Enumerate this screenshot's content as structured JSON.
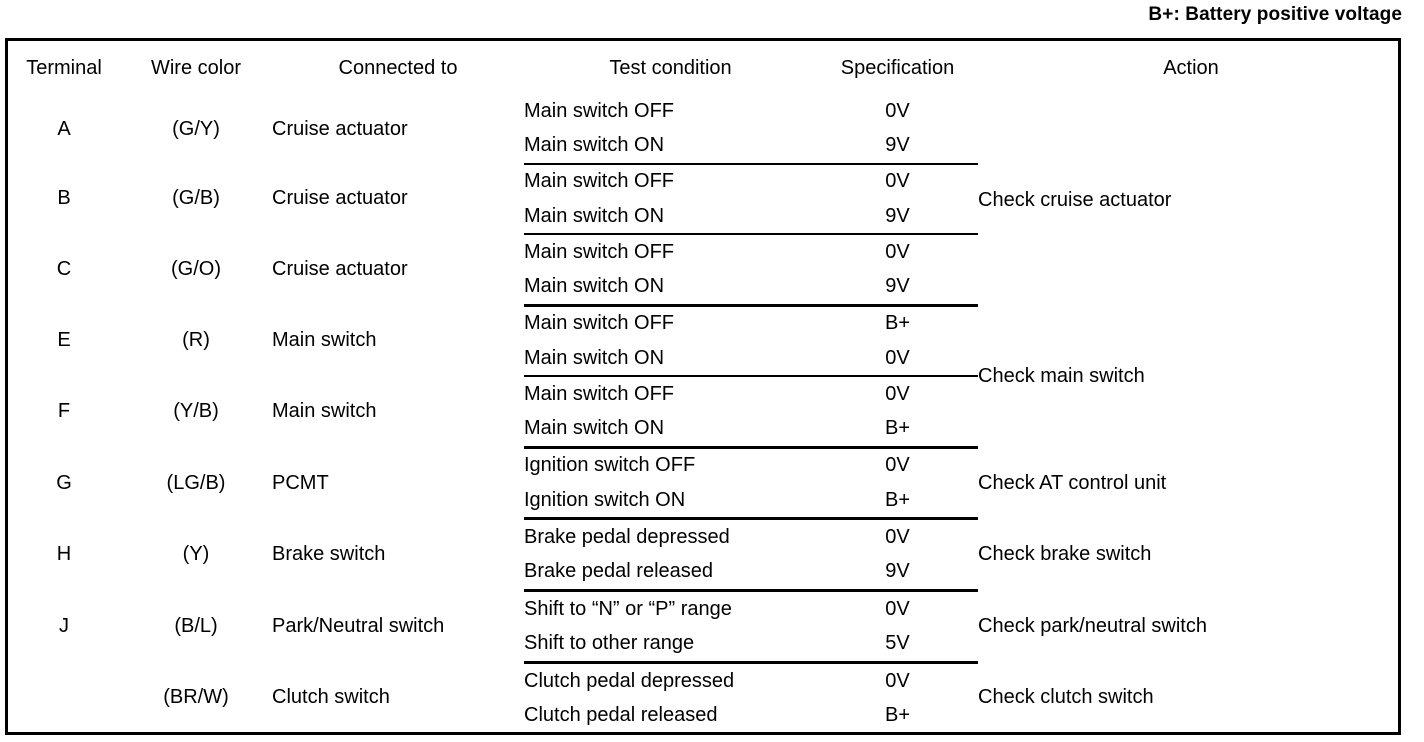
{
  "legend": {
    "note": "B+: Battery positive voltage"
  },
  "table": {
    "headers": [
      "Terminal",
      "Wire color",
      "Connected to",
      "Test condition",
      "Specification",
      "Action"
    ],
    "groups": [
      {
        "action": "Check cruise actuator",
        "terminals": [
          {
            "terminal": "A",
            "wire_color": "(G/Y)",
            "connected_to": "Cruise actuator",
            "tests": [
              {
                "condition": "Main switch OFF",
                "spec": "0V"
              },
              {
                "condition": "Main switch ON",
                "spec": "9V"
              }
            ]
          },
          {
            "terminal": "B",
            "wire_color": "(G/B)",
            "connected_to": "Cruise actuator",
            "tests": [
              {
                "condition": "Main switch OFF",
                "spec": "0V"
              },
              {
                "condition": "Main switch ON",
                "spec": "9V"
              }
            ]
          },
          {
            "terminal": "C",
            "wire_color": "(G/O)",
            "connected_to": "Cruise actuator",
            "tests": [
              {
                "condition": "Main switch OFF",
                "spec": "0V"
              },
              {
                "condition": "Main switch ON",
                "spec": "9V"
              }
            ]
          }
        ]
      },
      {
        "action": "Check main switch",
        "terminals": [
          {
            "terminal": "E",
            "wire_color": "(R)",
            "connected_to": "Main switch",
            "tests": [
              {
                "condition": "Main switch OFF",
                "spec": "B+"
              },
              {
                "condition": "Main switch ON",
                "spec": "0V"
              }
            ]
          },
          {
            "terminal": "F",
            "wire_color": "(Y/B)",
            "connected_to": "Main switch",
            "tests": [
              {
                "condition": "Main switch OFF",
                "spec": "0V"
              },
              {
                "condition": "Main switch ON",
                "spec": "B+"
              }
            ]
          }
        ]
      },
      {
        "action": "Check AT control unit",
        "terminals": [
          {
            "terminal": "G",
            "wire_color": "(LG/B)",
            "connected_to": "PCMT",
            "tests": [
              {
                "condition": "Ignition switch OFF",
                "spec": "0V"
              },
              {
                "condition": "Ignition switch ON",
                "spec": "B+"
              }
            ]
          }
        ]
      },
      {
        "action": "Check brake switch",
        "terminals": [
          {
            "terminal": "H",
            "wire_color": "(Y)",
            "connected_to": "Brake switch",
            "tests": [
              {
                "condition": "Brake pedal depressed",
                "spec": "0V"
              },
              {
                "condition": "Brake pedal released",
                "spec": "9V"
              }
            ]
          }
        ]
      },
      {
        "action": "Check park/neutral switch",
        "terminals": [
          {
            "terminal": "J",
            "wire_color": "(B/L)",
            "connected_to": "Park/Neutral switch",
            "tests": [
              {
                "condition": "Shift to “N” or “P” range",
                "spec": "0V"
              },
              {
                "condition": "Shift to other range",
                "spec": "5V"
              }
            ]
          }
        ]
      },
      {
        "action": "Check clutch switch",
        "terminals": [
          {
            "terminal": "",
            "wire_color": "(BR/W)",
            "connected_to": "Clutch switch",
            "tests": [
              {
                "condition": "Clutch pedal depressed",
                "spec": "0V"
              },
              {
                "condition": "Clutch pedal released",
                "spec": "B+"
              }
            ]
          }
        ]
      }
    ]
  }
}
